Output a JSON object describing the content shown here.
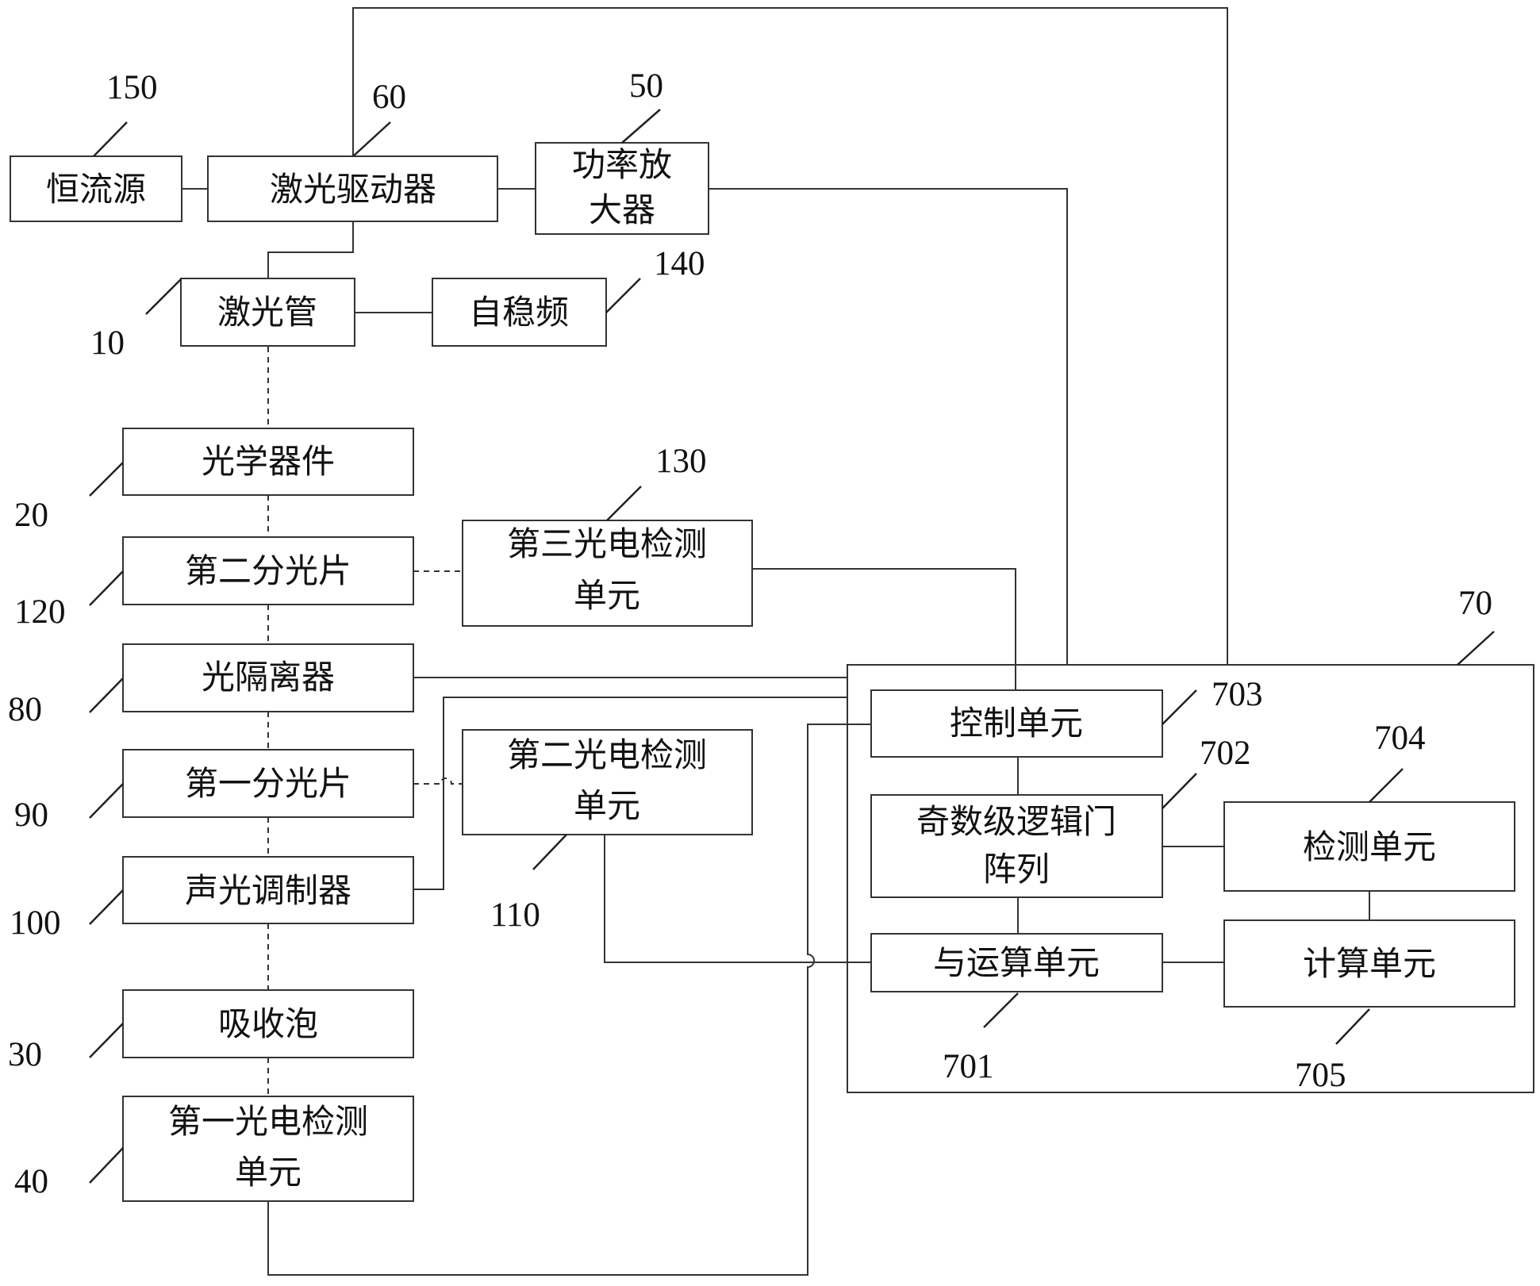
{
  "diagram": {
    "blocks": {
      "constant_current_source": {
        "label": "恒流源"
      },
      "laser_driver": {
        "label": "激光驱动器"
      },
      "power_amplifier": {
        "line1": "功率放",
        "line2": "大器"
      },
      "laser_tube": {
        "label": "激光管"
      },
      "self_frequency_stabilization": {
        "label": "自稳频"
      },
      "optical_device": {
        "label": "光学器件"
      },
      "second_beam_splitter": {
        "label": "第二分光片"
      },
      "third_photoelectric_detection_unit": {
        "line1": "第三光电检测",
        "line2": "单元"
      },
      "optical_isolator": {
        "label": "光隔离器"
      },
      "first_beam_splitter": {
        "label": "第一分光片"
      },
      "second_photoelectric_detection_unit": {
        "line1": "第二光电检测",
        "line2": "单元"
      },
      "acousto_optic_modulator": {
        "label": "声光调制器"
      },
      "absorption_cell": {
        "label": "吸收泡"
      },
      "first_photoelectric_detection_unit": {
        "line1": "第一光电检测",
        "line2": "单元"
      },
      "control_unit": {
        "label": "控制单元"
      },
      "odd_stage_logic_gate_array": {
        "line1": "奇数级逻辑门",
        "line2": "阵列"
      },
      "detection_unit": {
        "label": "检测单元"
      },
      "and_operation_unit": {
        "label": "与运算单元"
      },
      "calculation_unit": {
        "label": "计算单元"
      }
    },
    "reference_numbers": {
      "n150": "150",
      "n60": "60",
      "n50": "50",
      "n140": "140",
      "n10": "10",
      "n20": "20",
      "n130": "130",
      "n120": "120",
      "n70": "70",
      "n80": "80",
      "n703": "703",
      "n702": "702",
      "n704": "704",
      "n90": "90",
      "n110": "110",
      "n100": "100",
      "n701": "701",
      "n705": "705",
      "n30": "30",
      "n40": "40"
    }
  }
}
